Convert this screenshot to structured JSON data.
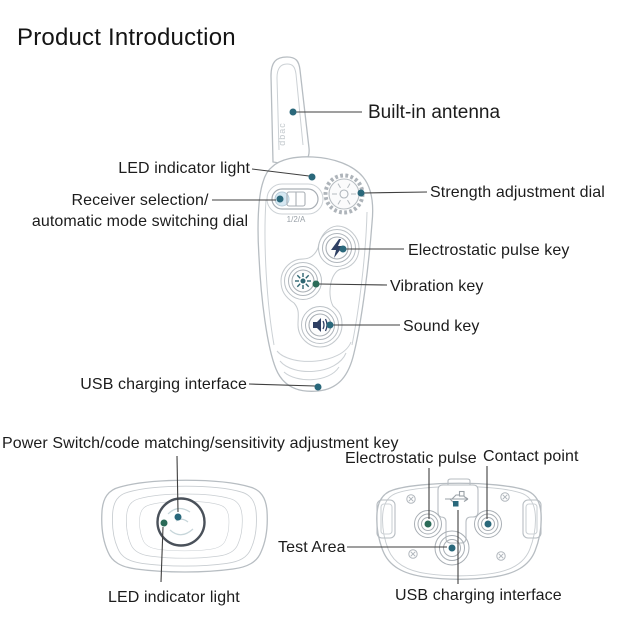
{
  "title": "Product Introduction",
  "colors": {
    "marker_dot": "#2A687B",
    "marker_dot_green": "#2B6B58",
    "leader_line": "#3F3F3F",
    "outline_light": "#C2C7CC",
    "outline_mid": "#A9AFB5",
    "outline_dark": "#4A515A",
    "switch_fill": "#D6E8F2",
    "icon_navy": "#2E3F63",
    "icon_teal": "#2D6570",
    "text": "#1C1C1C"
  },
  "remote": {
    "brand_text": "dbac",
    "mode_switch_label": "1/2/A",
    "labels": {
      "built_in_antenna": "Built-in antenna",
      "led_indicator": "LED indicator light",
      "receiver_selection_line1": "Receiver selection/",
      "receiver_selection_line2": "automatic mode switching dial",
      "strength_dial": "Strength adjustment dial",
      "electrostatic_pulse_key": "Electrostatic pulse key",
      "vibration_key": "Vibration key",
      "sound_key": "Sound key",
      "usb_charging": "USB charging interface"
    }
  },
  "collar": {
    "labels": {
      "power_switch": "Power Switch/code matching/sensitivity adjustment key",
      "electrostatic_pulse": "Electrostatic pulse",
      "contact_point": "Contact point",
      "test_area": "Test Area",
      "led_indicator": "LED indicator light",
      "usb_charging": "USB charging interface"
    }
  }
}
